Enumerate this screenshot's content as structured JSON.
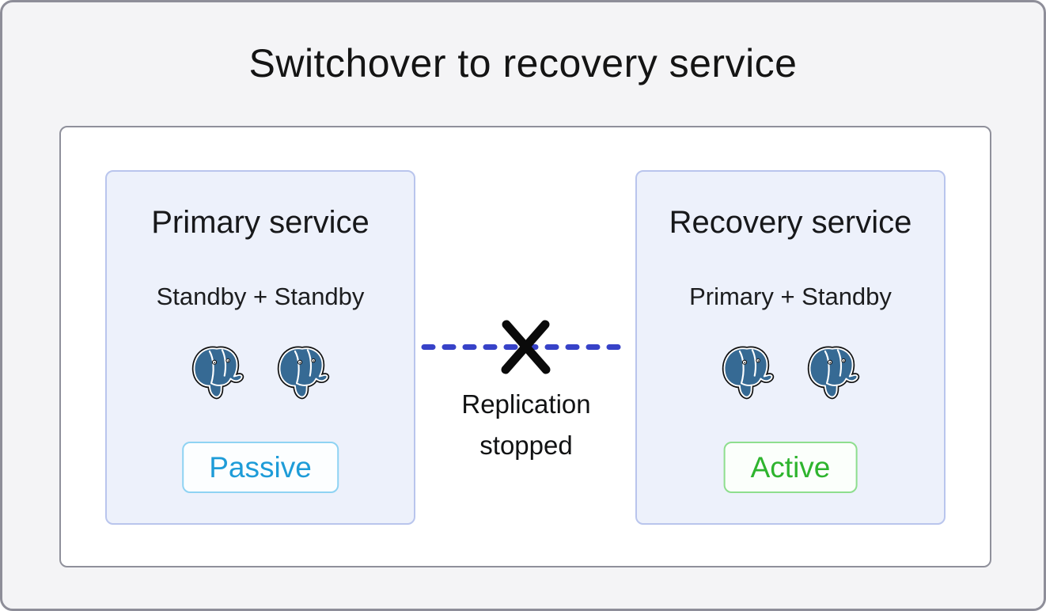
{
  "title": "Switchover to recovery service",
  "services": [
    {
      "title": "Primary service",
      "subtitle": "Standby + Standby",
      "badge": "Passive",
      "status": "passive",
      "database_icon": "postgresql-elephant",
      "database_count": 2
    },
    {
      "title": "Recovery service",
      "subtitle": "Primary + Standby",
      "badge": "Active",
      "status": "active",
      "database_icon": "postgresql-elephant",
      "database_count": 2
    }
  ],
  "connector": {
    "line1": "Replication",
    "line2": "stopped",
    "icon": "x-cross-icon",
    "style": "dashed"
  },
  "colors": {
    "background": "#f4f4f6",
    "outer_border": "#8e8e99",
    "panel_bg": "#ffffff",
    "panel_border": "#8f909b",
    "card_bg": "#edf1fb",
    "card_border": "#b9c5ed",
    "passive_text": "#1e9cd8",
    "passive_border": "#8fd3f3",
    "active_text": "#2eb42e",
    "active_border": "#8ede8e",
    "replication_line": "#3742c8",
    "cross_mark": "#0a0a0a",
    "elephant_blue": "#366a94"
  }
}
